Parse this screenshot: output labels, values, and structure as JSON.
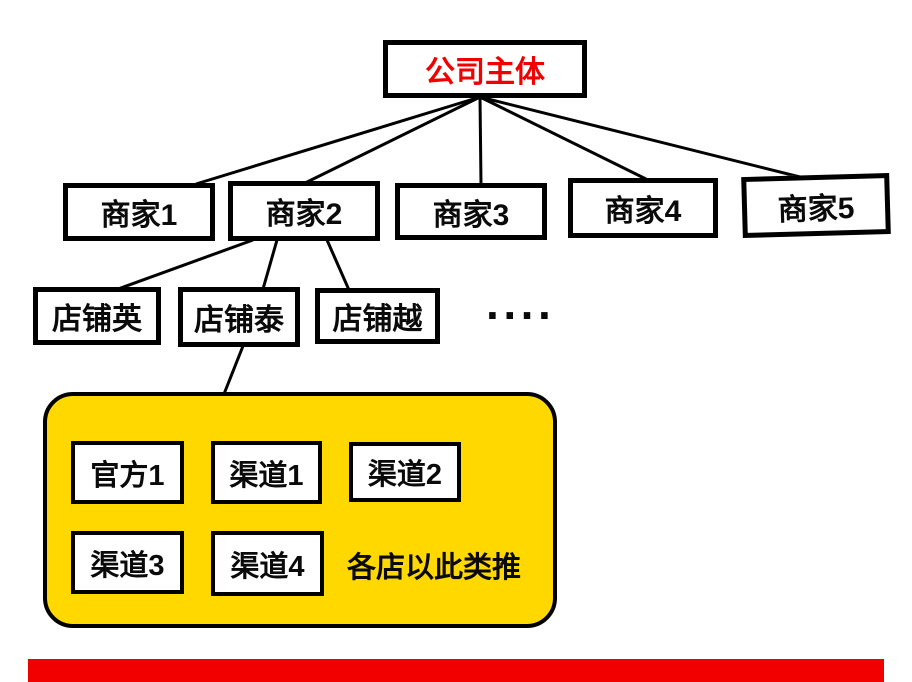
{
  "diagram": {
    "root": {
      "label": "公司主体",
      "text_color": "#f20000"
    },
    "merchants": [
      {
        "label": "商家1"
      },
      {
        "label": "商家2"
      },
      {
        "label": "商家3"
      },
      {
        "label": "商家4"
      },
      {
        "label": "商家5"
      }
    ],
    "shops": [
      {
        "label": "店铺英"
      },
      {
        "label": "店铺泰"
      },
      {
        "label": "店铺越"
      }
    ],
    "ellipsis": "····",
    "channel_group": {
      "background_color": "#FFD800",
      "items": [
        {
          "label": "官方1"
        },
        {
          "label": "渠道1"
        },
        {
          "label": "渠道2"
        },
        {
          "label": "渠道3"
        },
        {
          "label": "渠道4"
        }
      ],
      "note": "各店以此类推"
    },
    "bottom_bar_color": "#f20000"
  }
}
